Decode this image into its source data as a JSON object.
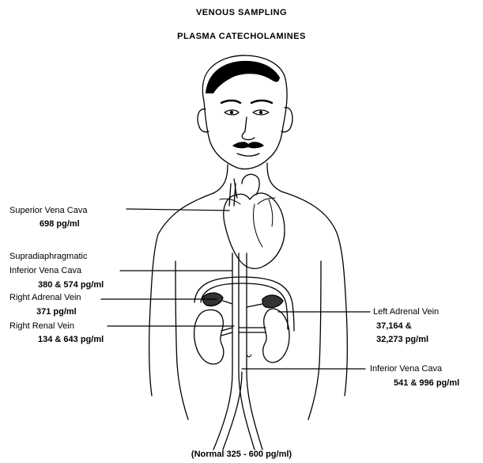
{
  "title": "VENOUS SAMPLING",
  "subtitle": "PLASMA CATECHOLAMINES",
  "labels": {
    "superior_vena_cava": {
      "name": "Superior Vena Cava",
      "value": "698 pg/ml"
    },
    "supradiaphragmatic_ivc": {
      "name_line1": "Supradiaphragmatic",
      "name_line2": "Inferior Vena Cava",
      "value": "380 & 574 pg/ml"
    },
    "right_adrenal_vein": {
      "name": "Right Adrenal Vein",
      "value": "371 pg/ml"
    },
    "right_renal_vein": {
      "name": "Right Renal Vein",
      "value": "134 & 643 pg/ml"
    },
    "left_adrenal_vein": {
      "name": "Left Adrenal Vein",
      "value_line1": "37,164 &",
      "value_line2": "32,273 pg/ml"
    },
    "inferior_vena_cava": {
      "name": "Inferior Vena Cava",
      "value": "541 & 996 pg/ml"
    }
  },
  "footer": "(Normal 325 - 600 pg/ml)",
  "colors": {
    "ink": "#000000",
    "background": "#ffffff"
  }
}
